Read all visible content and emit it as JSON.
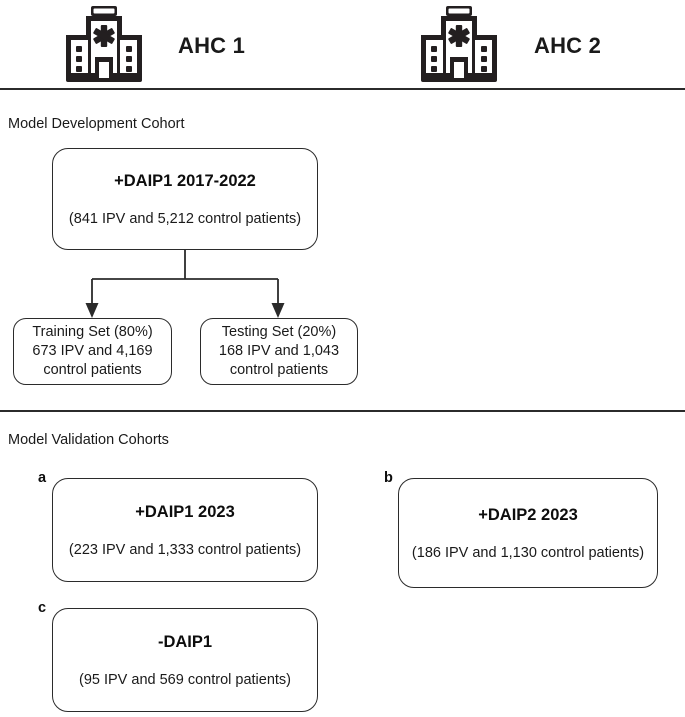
{
  "header": {
    "sites": [
      {
        "icon": "hospital-icon",
        "label": "AHC 1"
      },
      {
        "icon": "hospital-icon",
        "label": "AHC 2"
      }
    ]
  },
  "sections": {
    "development_caption": "Model Development Cohort",
    "validation_caption": "Model Validation Cohorts"
  },
  "development": {
    "root": {
      "title": "+DAIP1 2017-2022",
      "subtitle": "(841 IPV and 5,212 control patients)"
    },
    "splits": [
      {
        "line1": "Training Set (80%)",
        "line2": "673 IPV and 4,169",
        "line3": "control patients"
      },
      {
        "line1": "Testing Set (20%)",
        "line2": "168 IPV and 1,043",
        "line3": "control patients"
      }
    ]
  },
  "validation": {
    "panels": [
      {
        "letter": "a",
        "title": "+DAIP1 2023",
        "subtitle": "(223 IPV and 1,333 control patients)"
      },
      {
        "letter": "b",
        "title": "+DAIP2 2023",
        "subtitle": "(186 IPV and 1,130 control patients)"
      },
      {
        "letter": "c",
        "title": "-DAIP1",
        "subtitle": "(95 IPV and 569 control patients)"
      }
    ]
  },
  "colors": {
    "stroke": "#2b2b2b",
    "text": "#1a1a1a",
    "background": "#ffffff"
  }
}
